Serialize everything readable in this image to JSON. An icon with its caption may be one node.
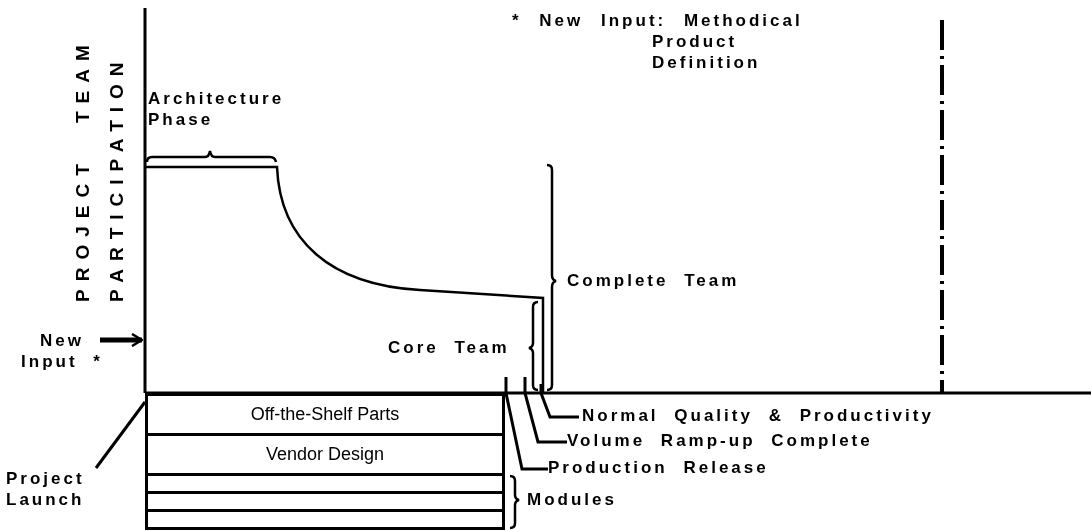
{
  "diagram": {
    "nodes": [
      {
        "text": [
          "Off-the-Shelf Parts"
        ]
      },
      {
        "text": [
          "Vendor Design"
        ]
      },
      {
        "text": [],
        "shape": "box"
      },
      {
        "text": [],
        "shape": "box"
      },
      {
        "text": [],
        "shape": "box"
      },
      {
        "text": [
          "New Input *"
        ]
      },
      {
        "text": [
          "Project Launch"
        ]
      },
      {
        "text": [
          "Production Release"
        ]
      },
      {
        "text": [
          "Volume Ramp-up Complete"
        ]
      },
      {
        "text": [
          "Normal Quality & Productivity"
        ]
      }
    ],
    "edges": [
      {
        "from": 5,
        "to": null,
        "arrow": "to"
      },
      {
        "from": 6,
        "to": 0,
        "arrow": "none"
      },
      {
        "from": 7,
        "to": null,
        "arrow": "none"
      },
      {
        "from": 8,
        "to": null,
        "arrow": "none"
      },
      {
        "from": 9,
        "to": null,
        "arrow": "none"
      }
    ],
    "labels": [
      "PROJECT TEAM PARTICIPATION",
      "* New Input: Methodical Product Definition",
      "Architecture Phase",
      "Complete Team",
      "Core Team",
      "Modules"
    ]
  }
}
